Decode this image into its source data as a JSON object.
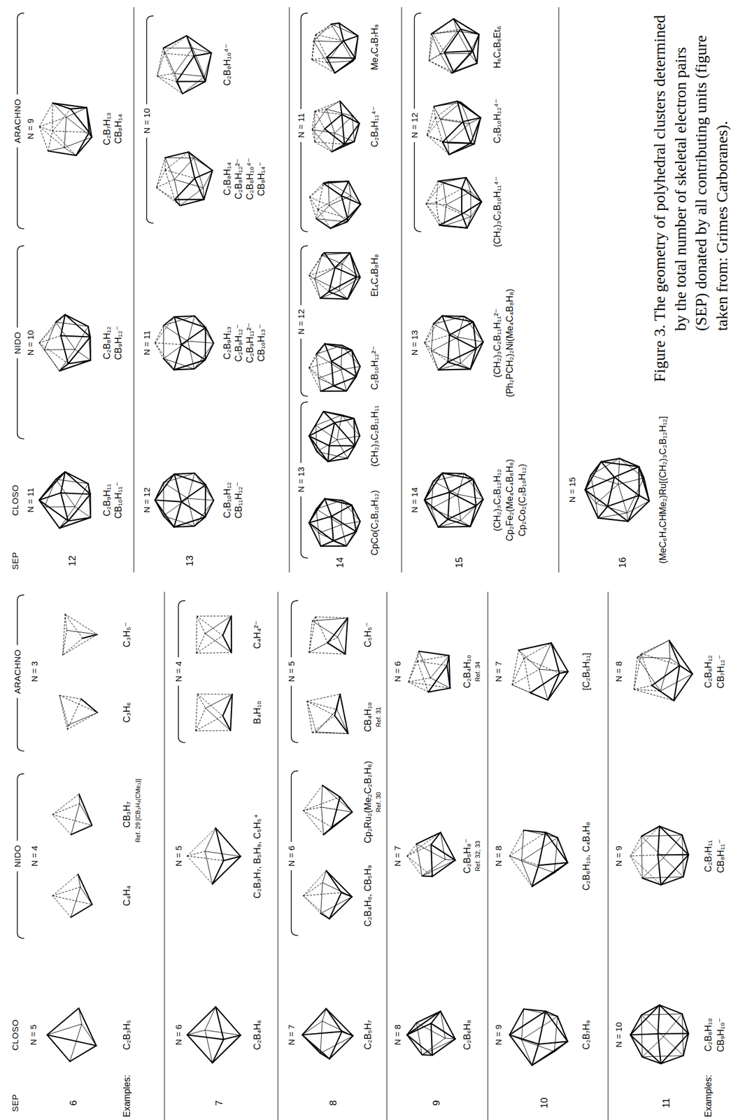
{
  "diagram": {
    "caption": "Figure 3. The geometry of polyhedral clusters determined by the total number of skeletal electron pairs (SEP) donated by all contributing units (figure taken from: Grimes Carboranes).",
    "labels": [
      "SEP",
      "CLOSO",
      "NIDO",
      "ARACHNO",
      "6",
      "N = 5",
      "C₂B₃H₅",
      "N = 4",
      "C₄H₄",
      "CB₃H₇",
      "Ref. 29 [CB₃H₄(CMe₃)]",
      "N = 3",
      "C₃H₆",
      "C₃H₅⁻",
      "Examples:",
      "7",
      "N = 6",
      "C₂B₄H₆",
      "N = 5",
      "C₂B₃H₇, B₅H₉, C₅H₅⁺",
      "N = 4",
      "B₄H₁₀",
      "C₄H₄²⁻",
      "8",
      "N = 7",
      "C₂B₅H₇",
      "N = 6",
      "C₂B₄H₈, CB₅H₉",
      "Cp₂Ru₂(Me₂C₂B₂H₆)",
      "Ref. 30",
      "N = 5",
      "CB₄H₁₀",
      "Ref. 31",
      "C₅H₅⁻",
      "9",
      "N = 8",
      "C₂B₆H₈",
      "N = 7",
      "C₂B₅H₈⁻",
      "Ref. 32, 33",
      "N = 6",
      "C₂B₄H₁₀",
      "Ref. 34",
      "10",
      "N = 9",
      "C₂B₇H₉",
      "N = 8",
      "C₂B₆H₁₀, C₄B₄H₈",
      "N = 7",
      "[C₂B₅H₁₁]",
      "11",
      "N = 10",
      "C₂B₈H₁₀",
      "CB₉H₁₀⁻",
      "N = 9",
      "C₂B₇H₁₁",
      "CB₈H₁₁⁻",
      "N = 8",
      "C₂B₆H₁₂",
      "CB₇H₁₂⁻",
      "Examples:",
      "SEP",
      "CLOSO",
      "NIDO",
      "ARACHNO",
      "12",
      "N = 11",
      "C₂B₉H₁₁",
      "CB₁₀H₁₁⁻",
      "N = 10",
      "C₂B₈H₁₂",
      "CB₉H₁₂⁻",
      "N = 9",
      "C₂B₇H₁₃",
      "CB₈H₁₄",
      "13",
      "N = 12",
      "C₂B₁₀H₁₂",
      "CB₁₁H₁₂⁻",
      "N = 11",
      "C₂B₉H₁₃",
      "C₂B₉H₁₂⁻",
      "C₂B₉H₁₁²⁻",
      "CB₁₀H₁₃⁻",
      "N = 10",
      "C₂B₈H₁₄",
      "C₂B₈H₁₂²⁻",
      "C₂B₈H₁₀⁴⁻",
      "CB₉H₁₄⁻",
      "C₂B₈H₁₀⁴⁻",
      "14",
      "N = 13",
      "CpCo(C₂B₁₀H₁₂)",
      "(CH₂)₃C₂B₁₁H₁₁",
      "N = 12",
      "C₂B₁₀H₁₂²⁻",
      "Et₄C₄B₈H₈",
      "N = 11",
      "C₂B₉H₁₁⁴⁻",
      "Me₄C₄B₇H₉",
      "15",
      "N = 14",
      "(CH₂)₃C₂B₁₂H₁₂",
      "Cp₂Fe₂(Me₄C₄B₈H₈)",
      "Cp₂Co₂(C₂B₁₀H₁₂)",
      "N = 13",
      "(CH₂)₃C₂B₁₁H₁₁²⁻",
      "(Ph₂PCH₂)₂Ni(Me₄C₄B₈H₈)",
      "N = 12",
      "(CH₂)₃C₂B₁₀H₁₁⁴⁻",
      "C₂B₁₀H₁₂⁴⁻",
      "H₆C₆B₆Et₆",
      "16",
      "N = 15",
      "(MeC₆H₄CHMe₂)Ru[(CH₂)₃C₂B₁₂H₁₂]"
    ]
  }
}
